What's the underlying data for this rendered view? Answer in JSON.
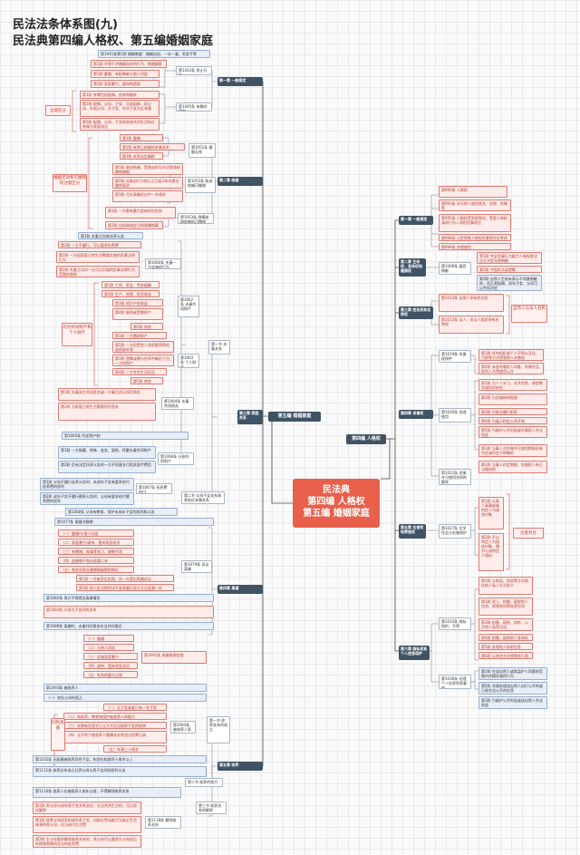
{
  "title": {
    "line1": "民法法条体系图(九)",
    "line2": "民法典第四编人格权、第五编婚姻家庭"
  },
  "root": {
    "line1": "民法典",
    "line2": "第四编 人格权",
    "line3": "第五编 婚姻家庭"
  },
  "hubs": {
    "marriage": "第五编 婚姻家庭",
    "personality": "第四编 人格权"
  },
  "chapters": {
    "m1": "第一章 一般规定",
    "m2": "第二章 结婚",
    "m3": "第三章 家庭关系",
    "m4": "第四章 离婚",
    "m5": "第五章 收养",
    "p1": "第一章 一般规定",
    "p2": "第二章 生命权、身体权和健康权",
    "p3": "第三章 姓名权和名称权",
    "p4": "第四章 肖像权",
    "p5": "第五章 名誉权和荣誉权",
    "p6": "第六章 隐私权和个人信息保护"
  },
  "sections": {
    "s1042": "第1042条 禁止行为",
    "s1045": "第1045条 亲属的界定",
    "s1051": "第1051条 婚姻无效",
    "s1052": "第1052条 胁迫结婚可撤销",
    "s1053": "第1053条 隐瞒疾病结婚的可撤销",
    "s_couple": "第一节 夫妻关系",
    "s1060": "第1060条 夫妻一方实施的行为",
    "s1062": "第1062条 夫妻共同财产",
    "s1063": "第1063条 个人财产",
    "s1064": "第1064条 夫妻共同债务",
    "s1066": "第1066条 分割共同财产",
    "s_other": "第二节 父母子女关系和其他近亲属关系",
    "s1067": "第1067条 抚养费给付",
    "s1079": "第1079条 诉讼离婚",
    "s_adopt1": "第一节 收养关系的成立",
    "s1093": "第1093条 被收养人条件",
    "s_adopt2": "第二节 收养的效力",
    "s_adopt3": "第三节 收养关系的解除",
    "s1118": "第1118条 解除收养关系",
    "s1006": "第1006条 器官捐献",
    "s1019": "第1019条 肖像权保护",
    "s1020": "第1020条 合理使用",
    "s1022": "第1022条 肖像许可使用合同的解除",
    "s1027": "第1027条 文学作品与名誉保护",
    "s1033": "第1033条 隐私保护、不得",
    "s1036": "第1036条 处理个人信息免责事由"
  },
  "leaves": {
    "m1_a": "第1041条第1款 婚姻制度：婚姻自由、一夫一妻、男女平等",
    "m1_b": "第1款 不得干涉婚姻自由的行为、借婚姻索取财物",
    "m1_c": "第1款 重婚、有配偶者与他人同居",
    "m1_d": "第3款 家庭暴力、虐待和遗弃",
    "m1_e": "第1款 亲属包括配偶、血亲和姻亲",
    "m1_f": "第2款 配偶、父母、子女、兄弟姐妹、祖父母、外祖父母、孙子女、外孙子女为近亲属",
    "m1_g": "第3款 配偶、父母、子女和其他共同生活的近亲属为家庭成员",
    "m2_a": "第1款 重婚",
    "m2_b": "第2款 有禁止结婚的亲属关系",
    "m2_c": "第3款 未到法定婚龄",
    "m2_d": "第1款 胁迫结婚、受胁迫的可向法院请求撤销婚姻",
    "m2_e": "第2款 自胁迫行为终止之日起1年内提出撤销请求",
    "m2_f": "第3款 可在离婚诉讼中一并请求",
    "m2_g": "第1款 一方患有重大疾病的应告知",
    "m2_h": "第2款 自知道或应当知道撤销事由之日起1年内提出",
    "m3_a": "第1款 夫妻之间有扶养义务",
    "m3_b": "第2款 一方不履行，可以要求扶养费",
    "m3_c": "第1款 一方因家庭日常生活需要实施的民事法律行为",
    "m3_d": "第2款 夫妻之间对一方可以实施的民事法律行为范围的限制",
    "m3_e": "第1款 工资、奖金、劳务报酬",
    "m3_f": "第2款 生产、经营、投资收益",
    "m3_g": "第3款 知识产权收益",
    "m3_h": "第4款 继承或受赠财产",
    "m3_i": "第5款 其他",
    "m3_j": "第1款 一方婚前财产",
    "m3_k": "第2款 一方因受到人身损害获得的赔偿或补偿",
    "m3_l": "第3款 遗嘱或赠与合同中确定只归一方的财产",
    "m3_m": "第4款 一方专用生活用品",
    "m3_n": "第5款 其他",
    "m3_o": "第1款 夫妻双方共同签名或一方事后追认所负债务",
    "m3_p": "第2款 为家庭日常生活需要所负债务",
    "m3_q": "第1065条 约定财产制",
    "m3_r": "第1款 一方隐藏、转移、变卖、毁损、挥霍夫妻共同财产",
    "m3_s": "第2款 负有法定扶养义务的一方不同意支付相关医疗费用",
    "m3_t": "第1款 父母不履行抚养义务时，未成年子女有要求给付抚养费的权利",
    "m3_u": "第2款 成年子女不履行赡养义务时，父母有要求给付赡养费的权利",
    "m3_v": "第1068条 父母有教育、保护未成年子女的权利和义务",
    "m4_a": "第1077条 离婚冷静期",
    "m4_b": "（一）重婚/与他人同居",
    "m4_c": "（二）家庭暴力/虐待、遗弃家庭成员",
    "m4_d": "（三）有赌博、吸毒等恶习，屡教不改",
    "m4_e": "（四）因感情不和分居满二年",
    "m4_f": "（五）其他导致夫妻感情破裂的情形",
    "m4_g": "第1款 一方被宣告失踪，另一方提出离婚诉讼",
    "m4_h": "第2款 经人民法院判决不准离婚后双方又分居满一年",
    "m4_i": "第1082条 男方不得提出离婚情形",
    "m4_j": "第1084条 父母与子女间的关系",
    "m4_k": "第1款 子女抚养",
    "m4_l": "第1089条 离婚时，夫妻共同债务应当共同偿还",
    "m4_m": "（一）重婚",
    "m4_n": "（二）与他人同居",
    "m4_o": "（三）实施家庭暴力",
    "m4_p": "（四）虐待、遗弃家庭成员",
    "m4_q": "（五）有其他重大过错",
    "m4_r": "第1091条 离婚损害赔偿",
    "m5_a": "第1093条 被收养人",
    "m5_b": "（一）丧失父母的孤儿",
    "m5_c": "（二）查找不到生父母的未成年人",
    "m5_d": "（三）生父母有特殊困难无力抚养的子女",
    "m5_e": "（一）无子女或者只有一名子女",
    "m5_f": "（二）有抚养、教育和保护被收养人的能力",
    "m5_g": "（三）未患有在医学上认为不应当收养子女的疾病",
    "m5_h": "（四）无不利于被收养人健康成长的违法犯罪记录",
    "m5_i": "（五）年满三十周岁",
    "m5_j": "第1098条 收养人条件",
    "m5_k": "第1102条 无配偶者收养异性子女，年龄应相差四十周岁以上",
    "m5_l": "第1111条 收养关系成立后养父母与养子女间的权利义务",
    "m5_m": "第1114条 收养人在被收养人成年以前，不得解除收养关系",
    "m5_n": "第1款 养父母与成年养子女关系恶化、无法共同生活的，可以协议解除",
    "m5_o": "第1款 经养父母抚养的成年养子女，对缺乏劳动能力又缺乏生活来源的养父母，应当给付生活费",
    "m5_p": "第2款 生父母要求解除收养关系的，养父母可以要求生父母适当补偿收养期间支出的抚养费",
    "p1_a": "第990条 人格权",
    "p1_b": "第991条 人格权受法律保护",
    "p1_c": "第993条 许可他人使用姓名、名称、肖像等",
    "p1_d": "第994条 死者人格利益保护",
    "p1_e": "第995条 人格权受到侵害的，受害人有权请求行为人承担民事责任",
    "p1_f": "第998条 认定侵害人格权民事责任应考虑的因素",
    "p1_g": "第999条 合理使用",
    "p2_a": "第1款 完全民事行为能力人有权依法自主决定无偿捐献",
    "p2_b": "第2款 书面形式或遗嘱",
    "p2_c": "第3款 自然人生前未表示不同意捐献的，死后其配偶、成年子女、父母可以共同决定",
    "p3_a": "第1012条 自然人享有姓名权",
    "p3_b": "第1013条 法人、非法人组织享有名称权",
    "p4_a": "第1018条 肖像权",
    "p4_b": "第1款 任何组织或个人不得以丑化、污损等方式侵害他人肖像权",
    "p4_c": "第2款 未经肖像权人同意，肖像作品权利人不得使用公开",
    "p4_d": "第1款 为个人学习、艺术欣赏、课堂教学或科学研究",
    "p4_e": "第2款 为实施新闻报道",
    "p4_f": "第3款 为依法履行职责",
    "p4_g": "第4款 为展示特定公共环境",
    "p4_h": "第5款 为维护公共利益或肖像权人合法权益",
    "p4_i": "第1款 当事人对肖像许可使用期限没有约定或约定不明确的",
    "p4_j": "第2款 当事人约定期限，肖像权人有正当理由的",
    "p5_a": "第1024条 名誉权",
    "p5_b": "第1款 以真人真事或者特定人为描述对象",
    "p5_c": "第2款 不以特定人为描述对象，情节与该特定人相似",
    "p6_a": "第1032条 隐私权",
    "p6_b": "第1款 以电话、短信等方式侵扰他人私人生活安宁",
    "p6_c": "第2款 进入、拍摄、窥视他人住宅、宾馆房间等私密空间",
    "p6_d": "第3款 拍摄、窥视、窃听、公开他人私密活动",
    "p6_e": "第4款 拍摄、窥视他人身体私密部位",
    "p6_f": "第5款 处理他人私密信息",
    "p6_g": "第6款 以其他方式侵害他人隐私权",
    "p6_h": "第1034条 个人信息",
    "p6_i": "第1款 在该自然人或其监护人同意的范围内合理实施的行为",
    "p6_j": "第2款 合理处理该自然人自行公开的或已经合法公开的信息",
    "p6_k": "第3款 为维护公共利益或该自然人合法权益"
  },
  "notes": {
    "n1": "注意区分",
    "n2": "婚姻无效和可撤销的注意区分",
    "n3": "均为共同财产和个人财产",
    "n4": "自然人与法人名称",
    "n5": "注意对比",
    "n6": "同时具备"
  }
}
